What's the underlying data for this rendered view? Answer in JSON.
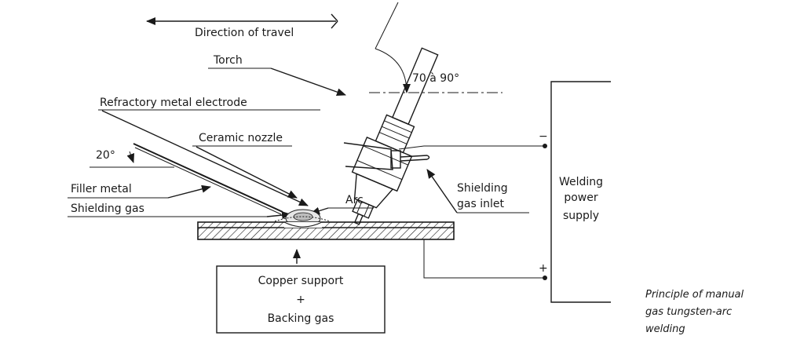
{
  "labels": {
    "direction": "Direction of travel",
    "torch": "Torch",
    "angle_torch": "70 à 90°",
    "electrode": "Refractory metal electrode",
    "nozzle": "Ceramic nozzle",
    "angle_filler": "20°",
    "filler": "Filler metal",
    "shielding_gas": "Shielding gas",
    "arc": "Arc",
    "gas_inlet_1": "Shielding",
    "gas_inlet_2": "gas inlet",
    "power_1": "Welding",
    "power_2": "power",
    "power_3": "supply",
    "minus": "−",
    "plus": "+",
    "support_1": "Copper support",
    "support_2": "+",
    "support_3": "Backing gas"
  },
  "caption": {
    "line1": "Principle of manual",
    "line2": "gas tungsten-arc",
    "line3": "welding"
  }
}
